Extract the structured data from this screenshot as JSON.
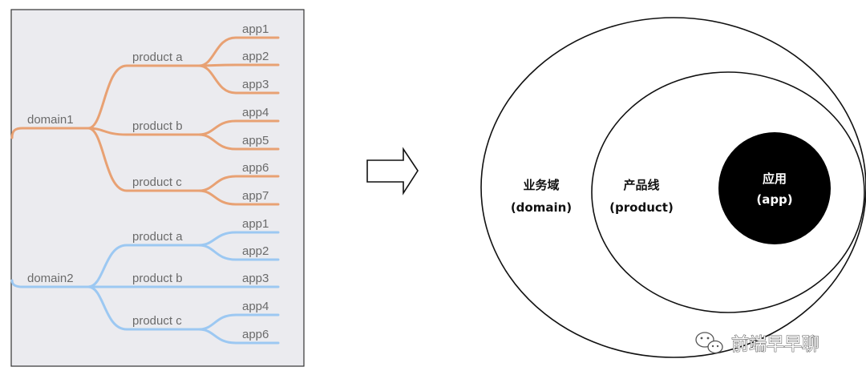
{
  "colors": {
    "panel_bg": "#ebebef",
    "panel_border": "#333333",
    "domain1_branch": "#e8a173",
    "domain2_branch": "#9cc8f2",
    "label": "#6b6b6b",
    "circle_stroke": "#111111",
    "app_circle_fill": "#000000"
  },
  "tree": {
    "domain1": {
      "label": "domain1",
      "products": [
        {
          "label": "product a",
          "apps": [
            "app1",
            "app2",
            "app3"
          ]
        },
        {
          "label": "product b",
          "apps": [
            "app4",
            "app5"
          ]
        },
        {
          "label": "product c",
          "apps": [
            "app6",
            "app7"
          ]
        }
      ]
    },
    "domain2": {
      "label": "domain2",
      "products": [
        {
          "label": "product a",
          "apps": [
            "app1",
            "app2"
          ]
        },
        {
          "label": "product b",
          "apps": [
            "app3"
          ]
        },
        {
          "label": "product c",
          "apps": [
            "app4",
            "app6"
          ]
        }
      ]
    }
  },
  "arrow": {
    "icon": "right-arrow-outline-icon"
  },
  "venn": {
    "domain": {
      "line1": "业务域",
      "line2": "(domain)"
    },
    "product": {
      "line1": "产品线",
      "line2": "(product)"
    },
    "app": {
      "line1": "应用",
      "line2": "(app)"
    }
  },
  "watermark": {
    "icon": "wechat-icon",
    "text": "前端早早聊"
  }
}
